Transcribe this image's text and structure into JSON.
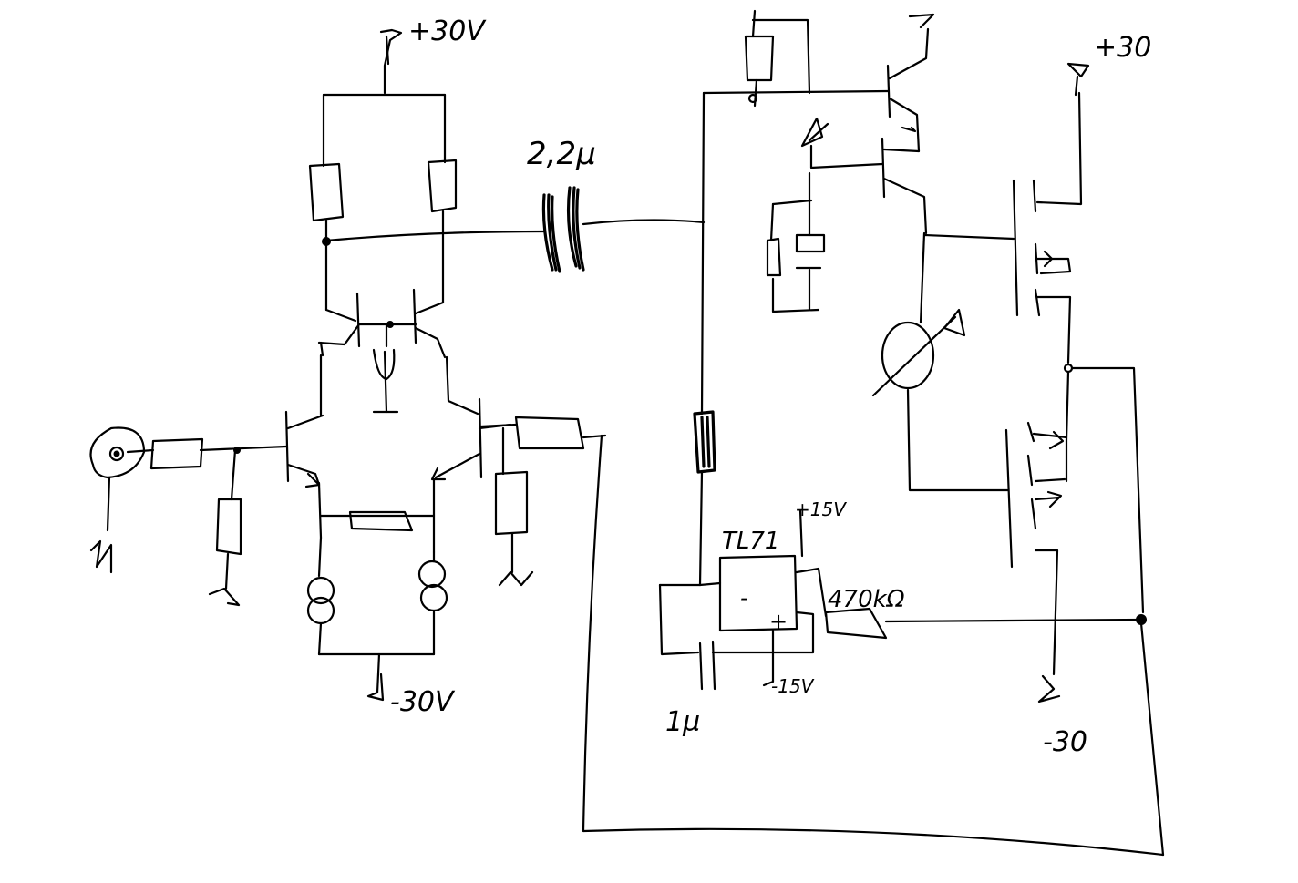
{
  "labels": {
    "supply_pos_left": "+30V",
    "supply_neg_left": "-30V",
    "coupling_cap": "2,2µ",
    "opamp_name": "TL71",
    "opamp_vpos": "+15V",
    "opamp_vneg": "-15V",
    "feedback_res": "470kΩ",
    "integrator_cap": "1µ",
    "supply_pos_right": "+30",
    "supply_neg_right": "-30",
    "opamp_minus": "-",
    "opamp_plus": "+"
  },
  "colors": {
    "ink": "#000000",
    "paper": "#ffffff"
  }
}
